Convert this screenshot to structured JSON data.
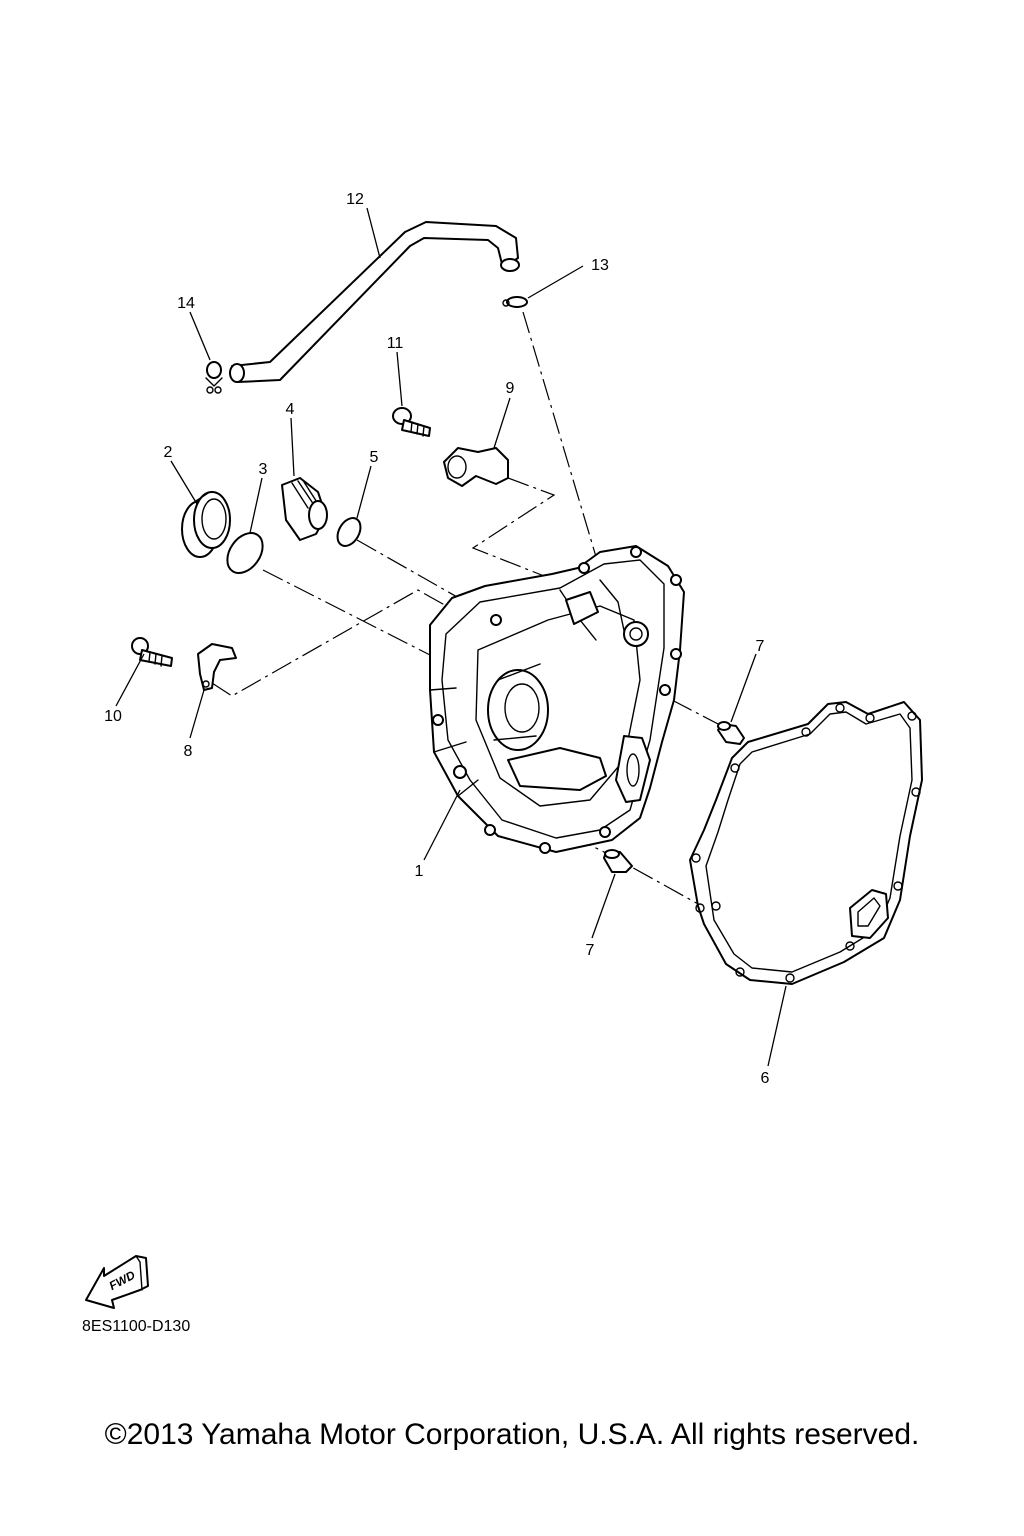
{
  "callouts": [
    {
      "id": "c1",
      "label": "1"
    },
    {
      "id": "c2",
      "label": "2"
    },
    {
      "id": "c3",
      "label": "3"
    },
    {
      "id": "c4",
      "label": "4"
    },
    {
      "id": "c5",
      "label": "5"
    },
    {
      "id": "c6",
      "label": "6"
    },
    {
      "id": "c7a",
      "label": "7"
    },
    {
      "id": "c7b",
      "label": "7"
    },
    {
      "id": "c8",
      "label": "8"
    },
    {
      "id": "c9",
      "label": "9"
    },
    {
      "id": "c10",
      "label": "10"
    },
    {
      "id": "c11",
      "label": "11"
    },
    {
      "id": "c12",
      "label": "12"
    },
    {
      "id": "c13",
      "label": "13"
    },
    {
      "id": "c14",
      "label": "14"
    }
  ],
  "fwd_label": "FWD",
  "diagram_code": "8ES1100-D130",
  "copyright": "©2013 Yamaha Motor Corporation, U.S.A. All rights reserved."
}
